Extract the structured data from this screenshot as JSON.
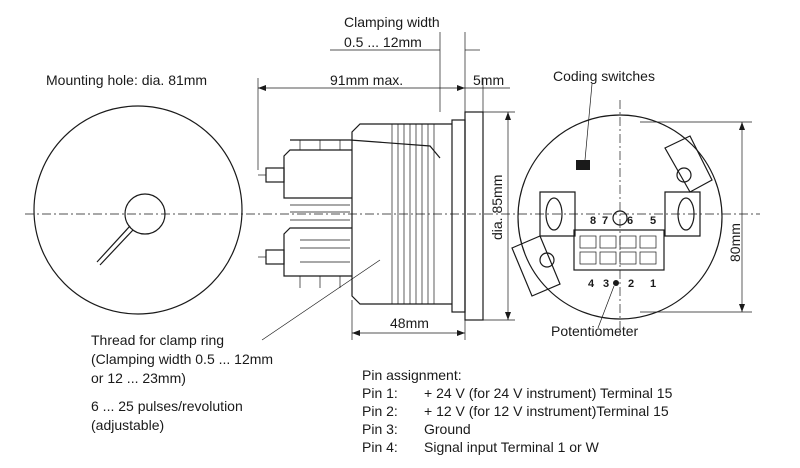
{
  "labels": {
    "clamping_width_title": "Clamping width",
    "clamping_width_range": "0.5 ... 12mm",
    "mounting_hole": "Mounting hole: dia. 81mm",
    "max_depth": "91mm max.",
    "bezel_depth": "5mm",
    "coding_switches": "Coding switches",
    "dia_85": "dia. 85mm",
    "height_80": "80mm",
    "body_48": "48mm",
    "potentiometer": "Potentiometer",
    "thread_line1": "Thread for clamp ring",
    "thread_line2": "(Clamping width 0.5 ... 12mm",
    "thread_line3": "or 12 ... 23mm)",
    "pulses_line1": "6 ... 25 pulses/revolution",
    "pulses_line2": "(adjustable)"
  },
  "connector_numbers": {
    "top": [
      "8",
      "7",
      "6",
      "5"
    ],
    "bottom": [
      "4",
      "3",
      "2",
      "1"
    ]
  },
  "pin_assignment": {
    "title": "Pin assignment:",
    "pins": [
      {
        "pin": "Pin 1:",
        "desc": "+ 24 V (for 24 V instrument) Terminal 15"
      },
      {
        "pin": "Pin 2:",
        "desc": "+ 12 V (for 12 V instrument)Terminal 15"
      },
      {
        "pin": "Pin 3:",
        "desc": "Ground"
      },
      {
        "pin": "Pin 4:",
        "desc": "Signal input Terminal 1 or W"
      }
    ]
  }
}
